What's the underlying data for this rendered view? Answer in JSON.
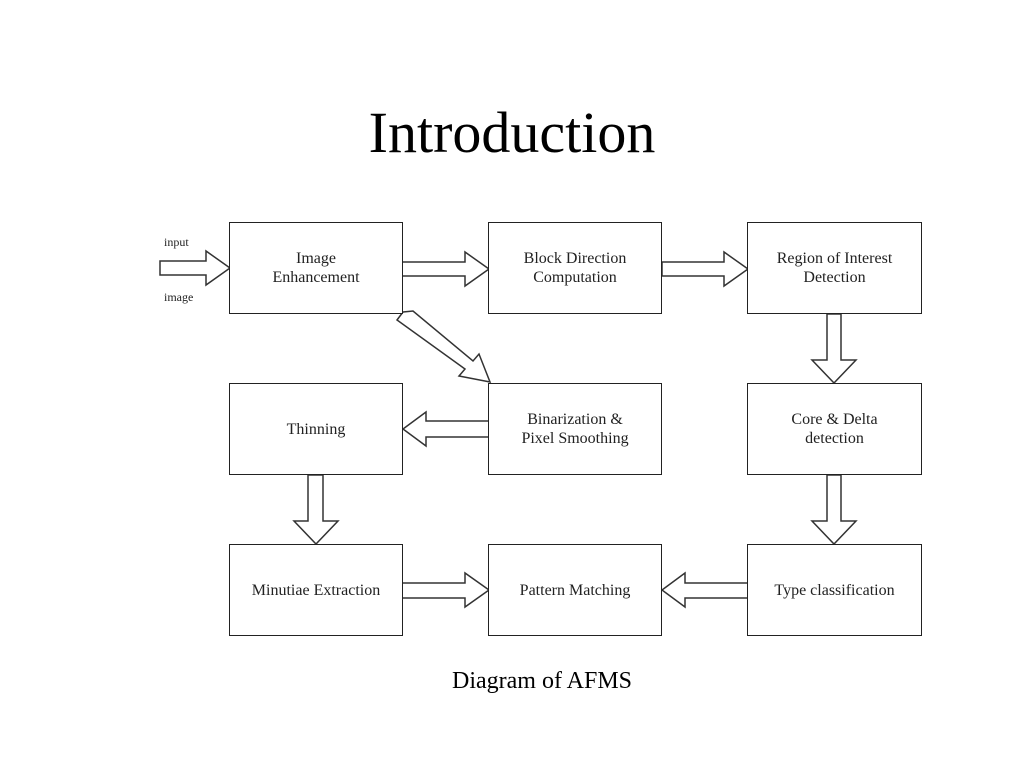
{
  "slide": {
    "title": "Introduction",
    "caption": "Diagram of AFMS"
  },
  "diagram": {
    "input_label_top": "input",
    "input_label_bottom": "image",
    "nodes": {
      "image_enhancement": "Image\nEnhancement",
      "block_direction": "Block Direction\nComputation",
      "roi_detection": "Region of Interest\nDetection",
      "thinning": "Thinning",
      "binarization": "Binarization &\nPixel Smoothing",
      "core_delta": "Core & Delta\ndetection",
      "minutiae_extraction": "Minutiae Extraction",
      "pattern_matching": "Pattern Matching",
      "type_classification": "Type classification"
    }
  }
}
